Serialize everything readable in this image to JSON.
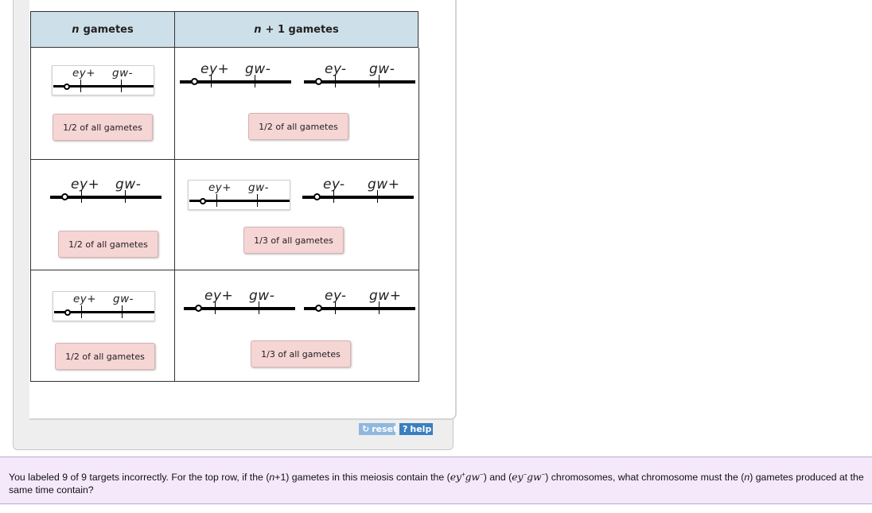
{
  "table": {
    "headers": [
      {
        "var": "n",
        "rest": "gametes"
      },
      {
        "var": "n",
        "rest": "+ 1 gametes"
      }
    ]
  },
  "rows": [
    {
      "left": {
        "allele1": "ey+",
        "allele2": "gw-",
        "boxed": true,
        "fraction": "1/2 of all gametes"
      },
      "right": [
        {
          "allele1": "ey+",
          "allele2": "gw-",
          "boxed": false
        },
        {
          "allele1": "ey-",
          "allele2": "gw-",
          "boxed": false
        }
      ],
      "right_fraction": "1/2 of all gametes"
    },
    {
      "left": {
        "allele1": "ey+",
        "allele2": "gw-",
        "boxed": false,
        "fraction": "1/2 of all gametes"
      },
      "right": [
        {
          "allele1": "ey+",
          "allele2": "gw-",
          "boxed": true
        },
        {
          "allele1": "ey-",
          "allele2": "gw+",
          "boxed": false
        }
      ],
      "right_fraction": "1/3 of all gametes"
    },
    {
      "left": {
        "allele1": "ey+",
        "allele2": "gw-",
        "boxed": true,
        "fraction": "1/2 of all gametes"
      },
      "right": [
        {
          "allele1": "ey+",
          "allele2": "gw-",
          "boxed": false
        },
        {
          "allele1": "ey-",
          "allele2": "gw+",
          "boxed": false
        }
      ],
      "right_fraction": "1/3 of all gametes"
    }
  ],
  "buttons": {
    "reset": "reset",
    "help": "help"
  },
  "icons": {
    "reset": "reset-icon",
    "help": "help-icon"
  },
  "colors": {
    "header_bg": "#cde0ea",
    "pill_bg": "#f6d5d5",
    "feedback_bg": "#f6e8fb",
    "button_blue": "#3a7fc0"
  },
  "feedback": {
    "t1": "You labeled 9 of 9 targets incorrectly. For the top row, if the (",
    "t2": "n",
    "t3": "+1) gametes in this meiosis contain the (",
    "m1": "ey",
    "s1": "+",
    "m2": "gw",
    "s2": "−",
    "t4": ") and (",
    "m3": "ey",
    "s3": "−",
    "m4": "gw",
    "s4": "−",
    "t5": ") chromosomes, what chromosome must the (",
    "t6": "n",
    "t7": ") gametes produced at the same time contain?"
  }
}
